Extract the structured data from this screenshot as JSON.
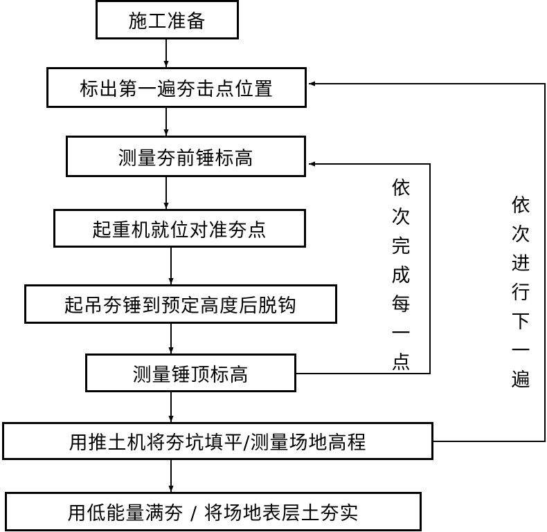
{
  "steps": [
    "施工准备",
    "标出第一遍夯击点位置",
    "测量夯前锤标高",
    "起重机就位对准夯点",
    "起吊夯锤到预定高度后脱钩",
    "测量锤顶标高",
    "用推土机将夯坑填平/测量场地高程",
    "用低能量满夯 / 将场地表层土夯实"
  ],
  "loop_labels": {
    "inner": [
      "依",
      "次",
      "完",
      "成",
      "每",
      "一",
      "点"
    ],
    "outer": [
      "依",
      "次",
      "进",
      "行",
      "下",
      "一",
      "遍"
    ]
  }
}
